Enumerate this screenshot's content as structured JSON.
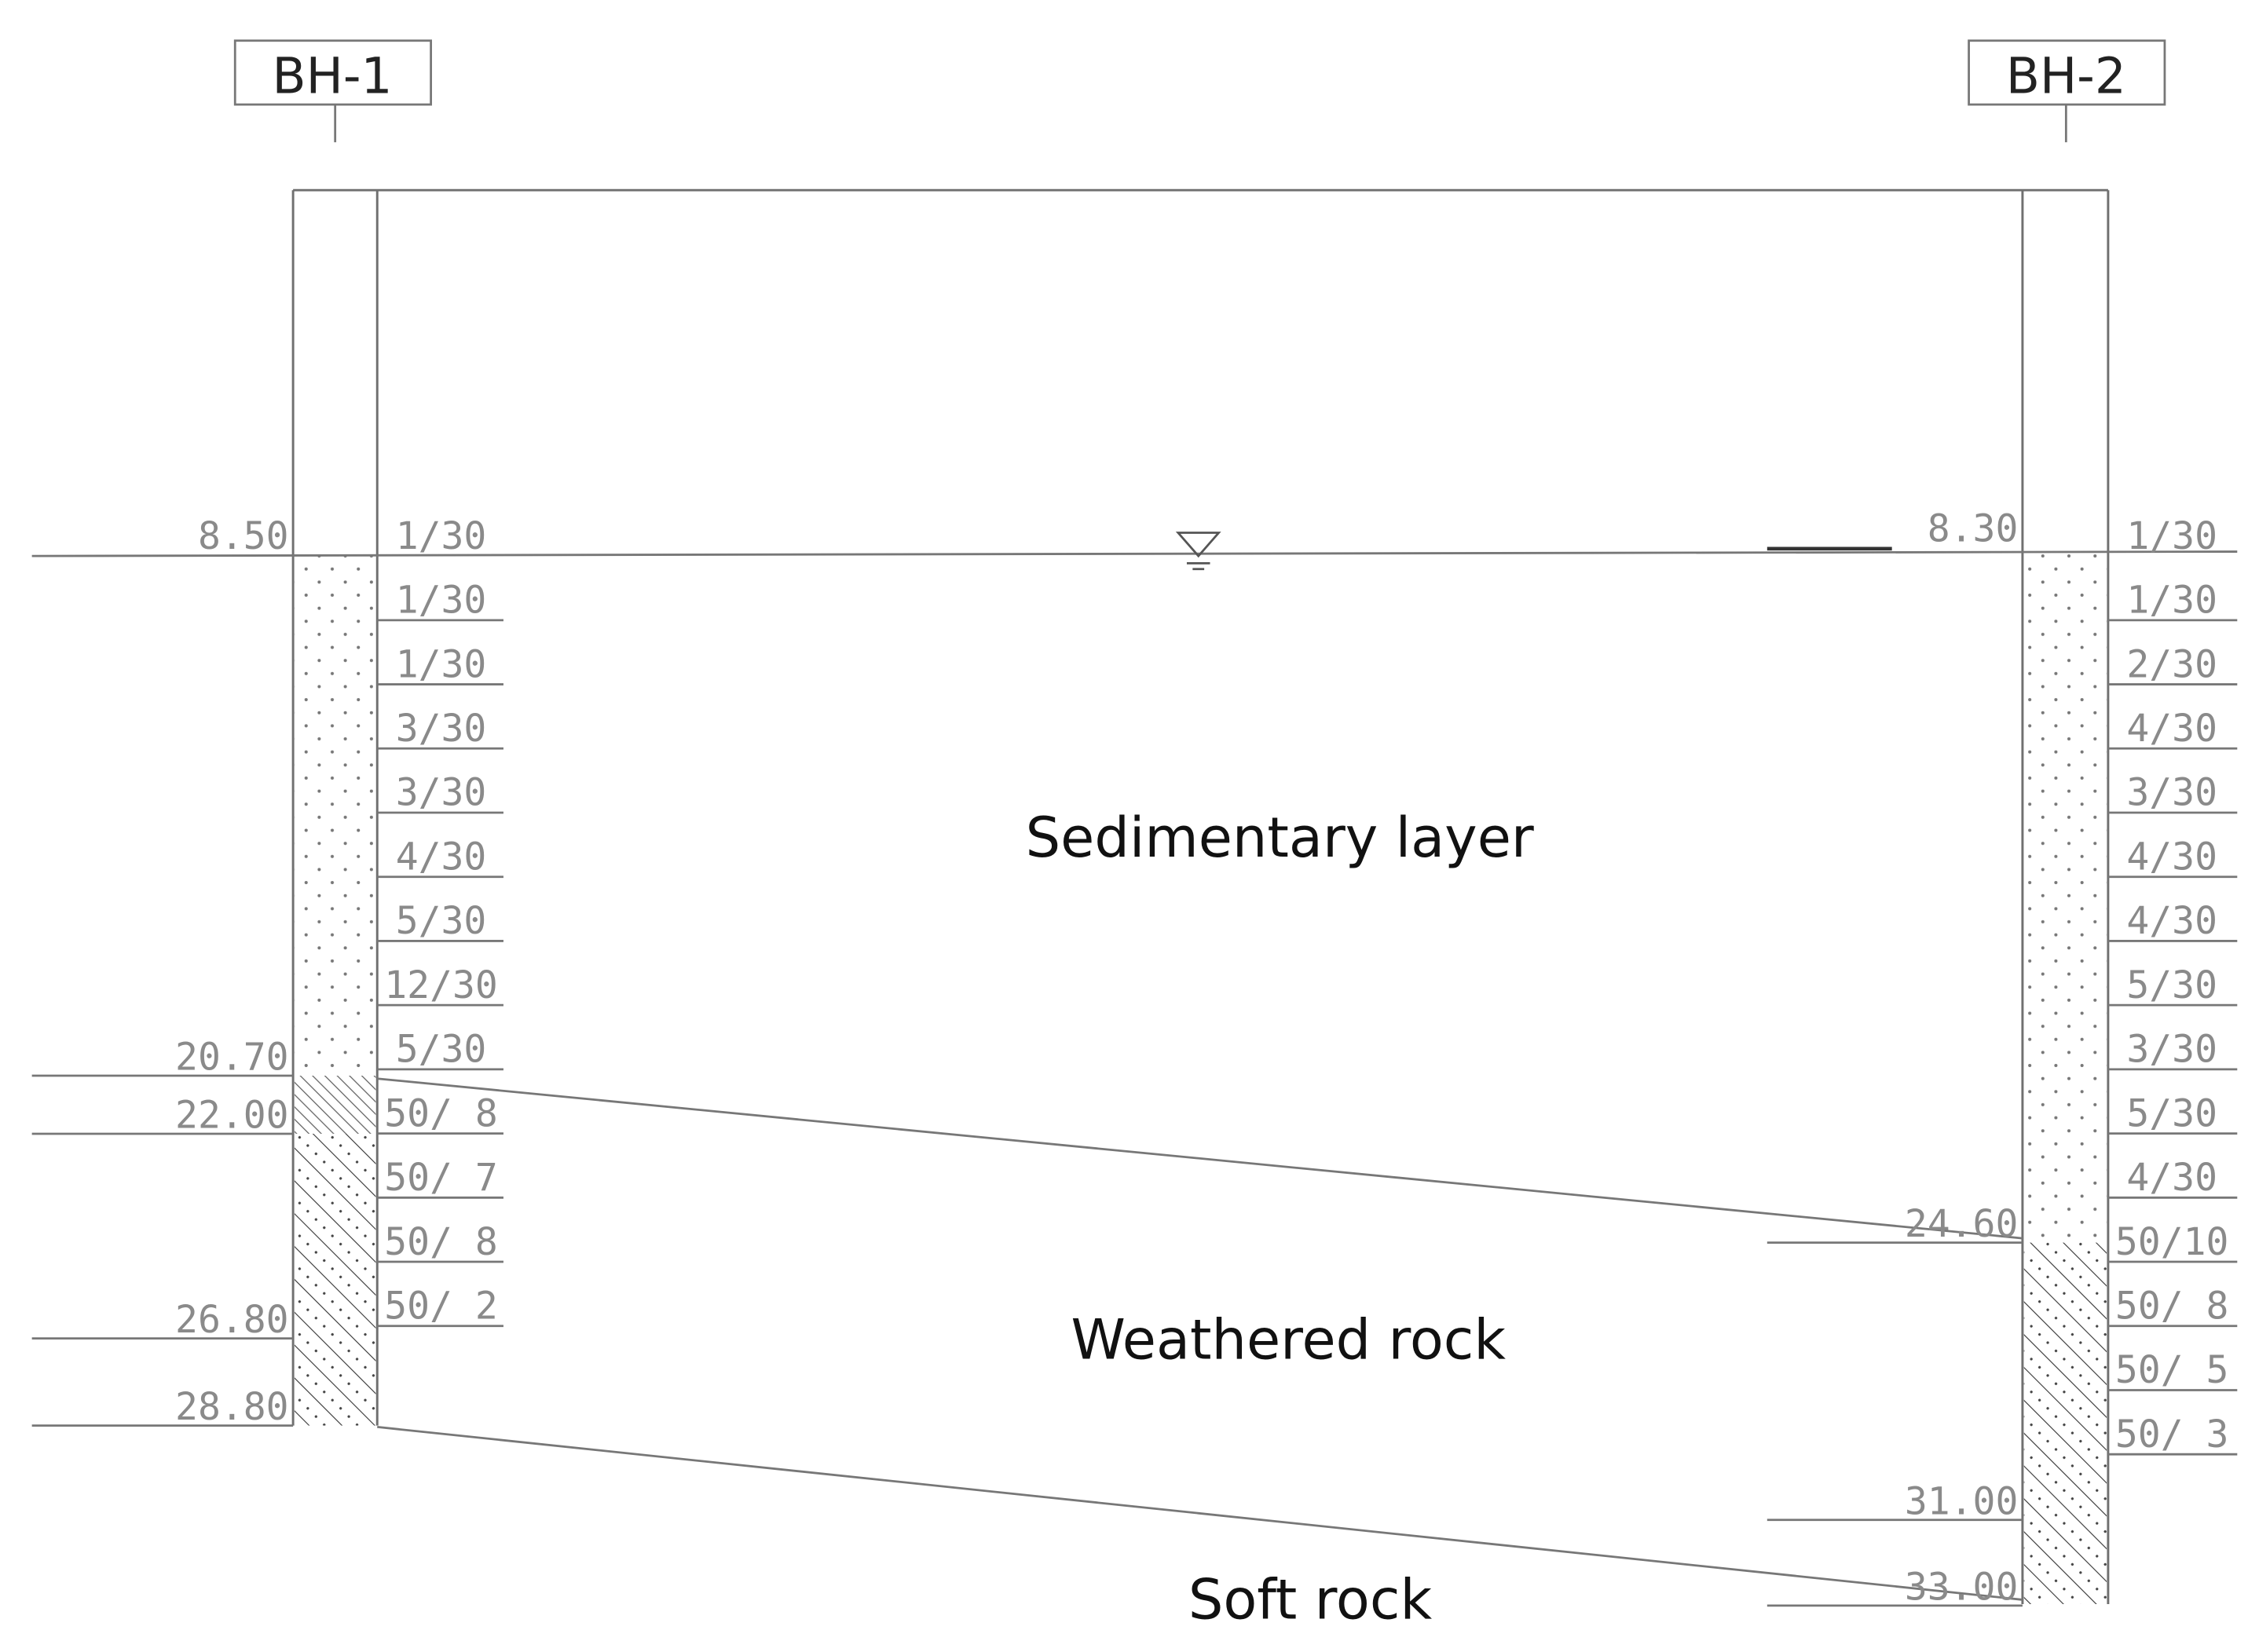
{
  "boreholes": [
    {
      "tag": "BH-1",
      "ground_level": "8.50",
      "layer_depths": [
        "20.70",
        "22.00",
        "26.80",
        "28.80"
      ],
      "spt": [
        "1/30",
        "1/30",
        "1/30",
        "3/30",
        "3/30",
        "4/30",
        "5/30",
        "12/30",
        "5/30",
        "50/ 8",
        "50/ 7",
        "50/ 8",
        "50/ 2"
      ]
    },
    {
      "tag": "BH-2",
      "ground_level": "8.30",
      "layer_depths": [
        "24.60",
        "31.00",
        "33.00"
      ],
      "spt": [
        "1/30",
        "1/30",
        "2/30",
        "4/30",
        "3/30",
        "4/30",
        "4/30",
        "5/30",
        "3/30",
        "5/30",
        "4/30",
        "50/10",
        "50/ 8",
        "50/ 5",
        "50/ 3"
      ]
    }
  ],
  "layers": {
    "sedimentary": "Sedimentary layer",
    "weathered": "Weathered rock",
    "soft": "Soft rock"
  },
  "colors": {
    "line": "#8a8a8a",
    "frame": "#707070",
    "text": "#111111",
    "hatch": "#555555"
  }
}
